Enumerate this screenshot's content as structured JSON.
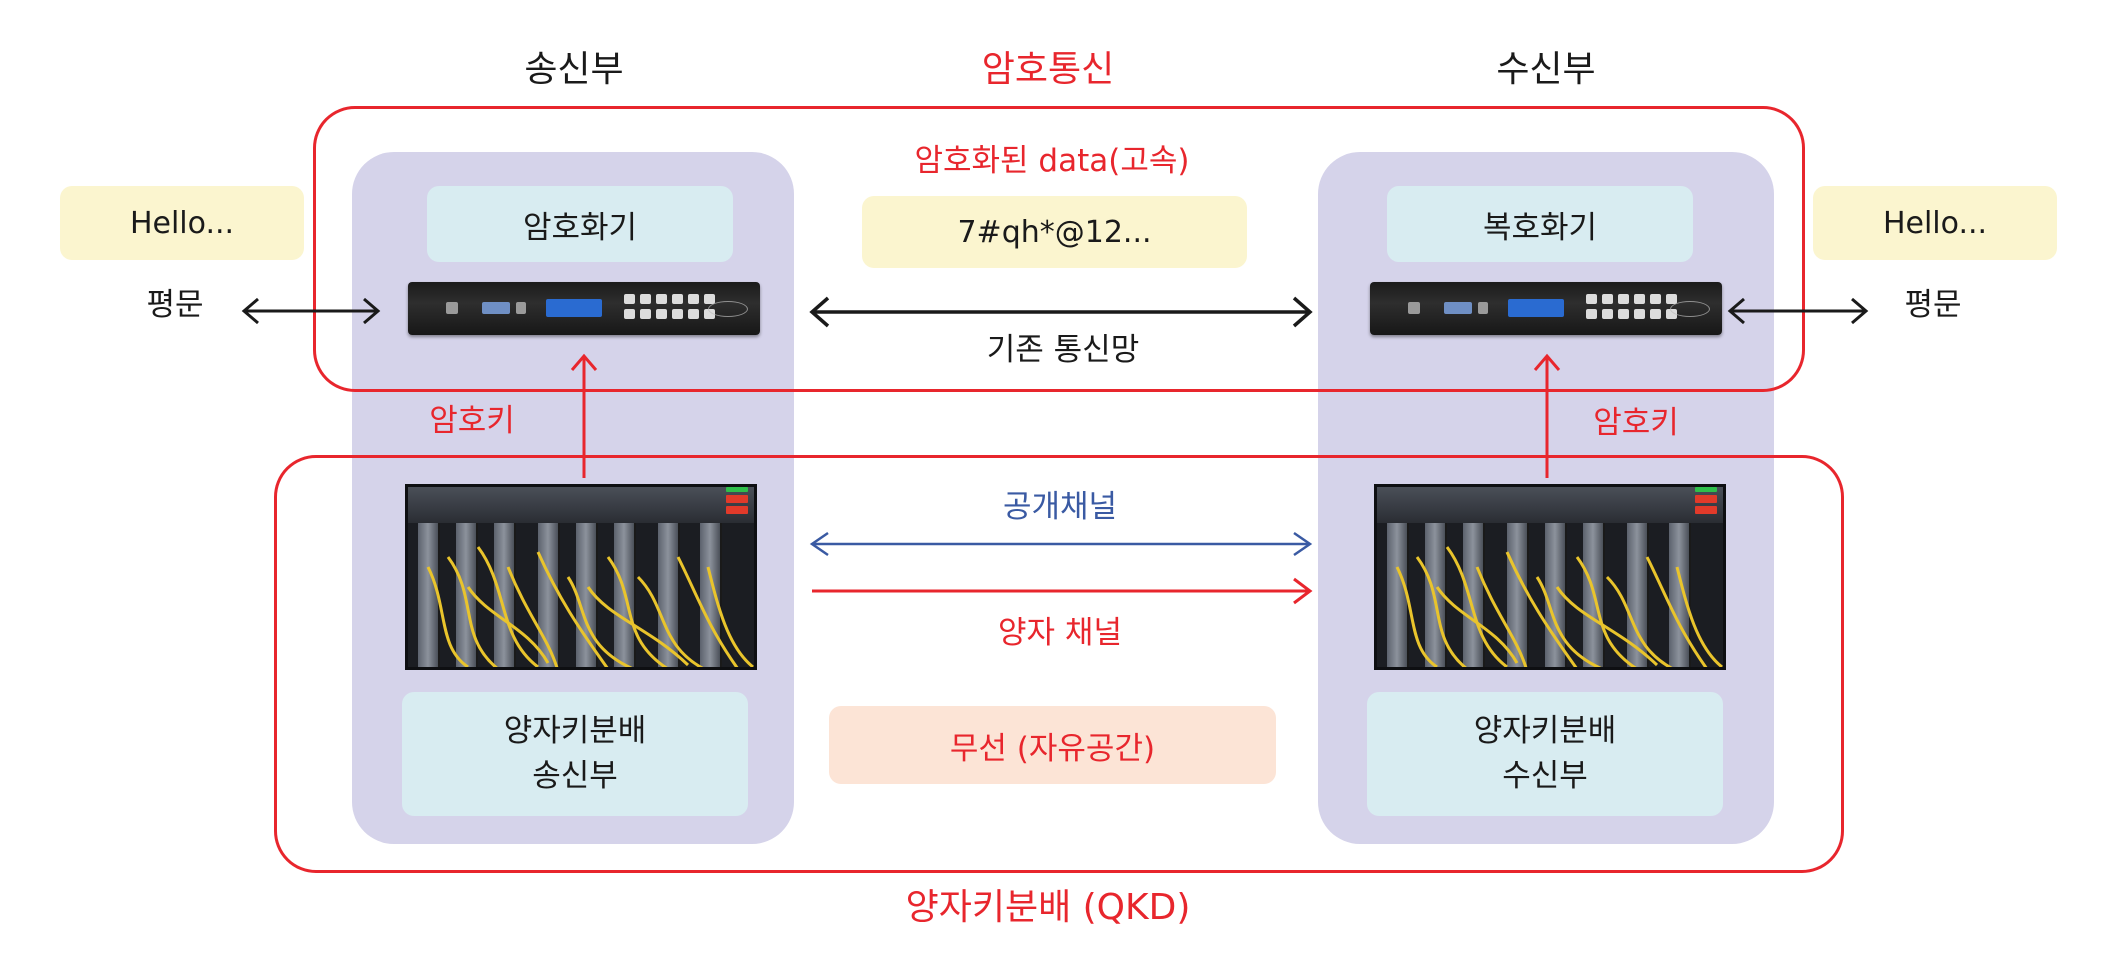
{
  "titles": {
    "sender": "송신부",
    "crypto_comm": "암호통신",
    "receiver": "수신부"
  },
  "labels": {
    "encrypted_data": "암호화된 data(고속)",
    "cipher_sample": "7#qh*@12...",
    "plaintext_left": "Hello...",
    "plaintext_right": "Hello...",
    "plaintext_label_left": "평문",
    "plaintext_label_right": "평문",
    "encryptor": "암호화기",
    "decryptor": "복호화기",
    "existing_network": "기존 통신망",
    "crypto_key_left": "암호키",
    "crypto_key_right": "암호키",
    "public_channel": "공개채널",
    "quantum_channel": "양자 채널",
    "wireless": "무선 (자유공간)",
    "qkd_sender_line1": "양자키분배",
    "qkd_sender_line2": "송신부",
    "qkd_receiver_line1": "양자키분배",
    "qkd_receiver_line2": "수신부",
    "qkd_title": "양자키분배 (QKD)"
  },
  "colors": {
    "red": "#e8262d",
    "blue": "#3a5aa3",
    "column_bg": "#d5d3ea",
    "box_lightblue": "#d8ecf1",
    "box_yellow": "#fbf5cf",
    "box_peach": "#fce4d6"
  },
  "icons": {
    "device": "encryptor-device-icon",
    "rack": "qkd-rack-icon"
  }
}
